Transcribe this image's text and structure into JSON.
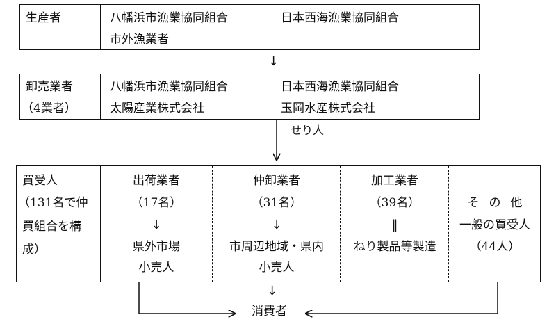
{
  "producers": {
    "label": "生産者",
    "items": [
      "八幡浜市漁業協同組合",
      "日本西海漁業協同組合",
      "市外漁業者"
    ]
  },
  "wholesalers": {
    "label": "卸売業者",
    "count": "（4業者）",
    "items": [
      "八幡浜市漁業協同組合",
      "日本西海漁業協同組合",
      "太陽産業株式会社",
      "玉岡水産株式会社"
    ]
  },
  "auctioneer": "せり人",
  "buyers": {
    "label": "買受人",
    "note_line1": "（131名で仲",
    "note_line2": "買組合を構",
    "note_line3": "成）",
    "columns": [
      {
        "name": "出荷業者",
        "count": "（17名）",
        "flow": "↓",
        "dest_line1": "県外市場",
        "dest_line2": "小売人"
      },
      {
        "name": "仲卸業者",
        "count": "（31名）",
        "flow": "↓",
        "dest_line1": "市周辺地域・県内",
        "dest_line2": "小売人"
      },
      {
        "name": "加工業者",
        "count": "（39名）",
        "flow": "‖",
        "dest_line1": "ねり製品等製造",
        "dest_line2": ""
      },
      {
        "name": "その他",
        "count": "一般の買受人",
        "flow": "",
        "dest_line1": "（44人）",
        "dest_line2": ""
      }
    ]
  },
  "arrow_symbol": "↓",
  "consumer": "消費者"
}
